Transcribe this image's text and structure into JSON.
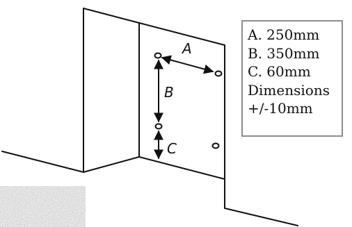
{
  "diagram": {
    "labels": {
      "a": "A",
      "b": "B",
      "c": "C"
    }
  },
  "legend": {
    "lines": [
      "A. 250mm",
      "B. 350mm",
      "C. 60mm",
      "Dimensions",
      "+/-10mm"
    ]
  }
}
